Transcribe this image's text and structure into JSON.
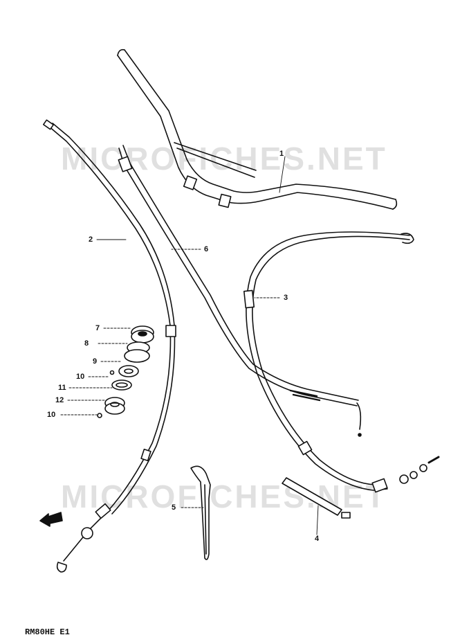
{
  "diagram_code": "RM80HE E1",
  "watermark_text": "MICROFICHES.NET",
  "callouts": {
    "p1": "1",
    "p2": "2",
    "p3": "3",
    "p4": "4",
    "p5": "5",
    "p6": "6",
    "p7": "7",
    "p8": "8",
    "p9": "9",
    "p10a": "10",
    "p11": "11",
    "p12": "12",
    "p10b": "10"
  },
  "colors": {
    "line": "#111111",
    "watermark": "#d6d6d6",
    "background": "#ffffff"
  }
}
